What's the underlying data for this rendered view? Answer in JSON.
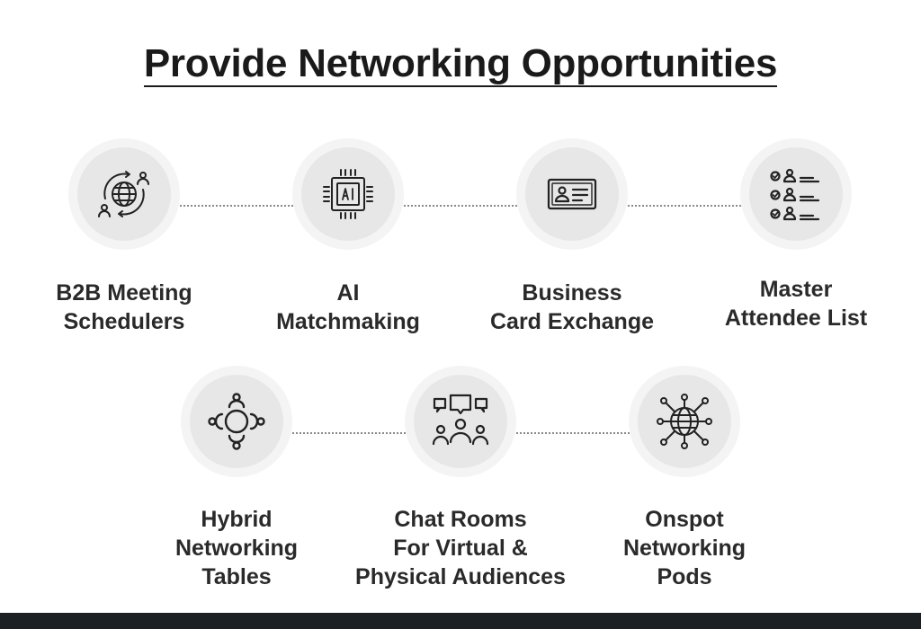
{
  "title": "Provide Networking Opportunities",
  "colors": {
    "text": "#2a2a2a",
    "circle_outer": "#f4f4f4",
    "circle_inner": "#e7e7e7",
    "footer": "#1d2023"
  },
  "items": [
    {
      "icon": "globe-users-sync-icon",
      "label_lines": [
        "B2B Meeting",
        "Schedulers"
      ]
    },
    {
      "icon": "ai-chip-icon",
      "label_lines": [
        "AI",
        "Matchmaking"
      ]
    },
    {
      "icon": "business-card-icon",
      "label_lines": [
        "Business",
        "Card Exchange"
      ]
    },
    {
      "icon": "attendee-checklist-icon",
      "label_lines": [
        "Master",
        "Attendee List"
      ]
    },
    {
      "icon": "hybrid-table-icon",
      "label_lines": [
        "Hybrid",
        "Networking",
        "Tables"
      ]
    },
    {
      "icon": "chat-group-icon",
      "label_lines": [
        "Chat Rooms",
        "For Virtual &",
        "Physical Audiences"
      ]
    },
    {
      "icon": "network-globe-icon",
      "label_lines": [
        "Onspot",
        "Networking",
        "Pods"
      ]
    }
  ]
}
